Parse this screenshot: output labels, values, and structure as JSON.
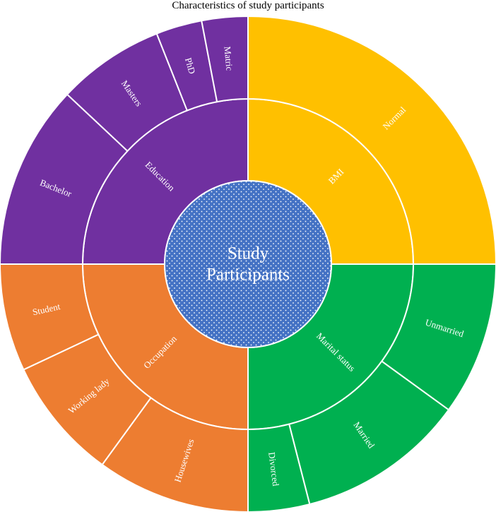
{
  "chart_data": {
    "type": "sunburst",
    "title": "Characteristics of study participants",
    "center": {
      "label_lines": [
        "Study",
        "Participants"
      ],
      "color": "#4472C4"
    },
    "categories": [
      {
        "name": "BMI",
        "value": 25,
        "color": "#FFC000",
        "children": [
          {
            "name": "Normal",
            "value": 25
          }
        ]
      },
      {
        "name": "Marital status",
        "value": 25,
        "color": "#00B050",
        "children": [
          {
            "name": "Unmarried",
            "value": 10
          },
          {
            "name": "Married",
            "value": 11
          },
          {
            "name": "Divorced",
            "value": 4
          }
        ]
      },
      {
        "name": "Occupation",
        "value": 25,
        "color": "#ED7D31",
        "children": [
          {
            "name": "Housewives",
            "value": 10
          },
          {
            "name": "Working lady",
            "value": 8
          },
          {
            "name": "Student",
            "value": 7
          }
        ]
      },
      {
        "name": "Education",
        "value": 25,
        "color": "#7030A0",
        "children": [
          {
            "name": "Bachelor",
            "value": 12
          },
          {
            "name": "Masters",
            "value": 7
          },
          {
            "name": "PhD",
            "value": 3
          },
          {
            "name": "Matric",
            "value": 3
          }
        ]
      }
    ]
  }
}
